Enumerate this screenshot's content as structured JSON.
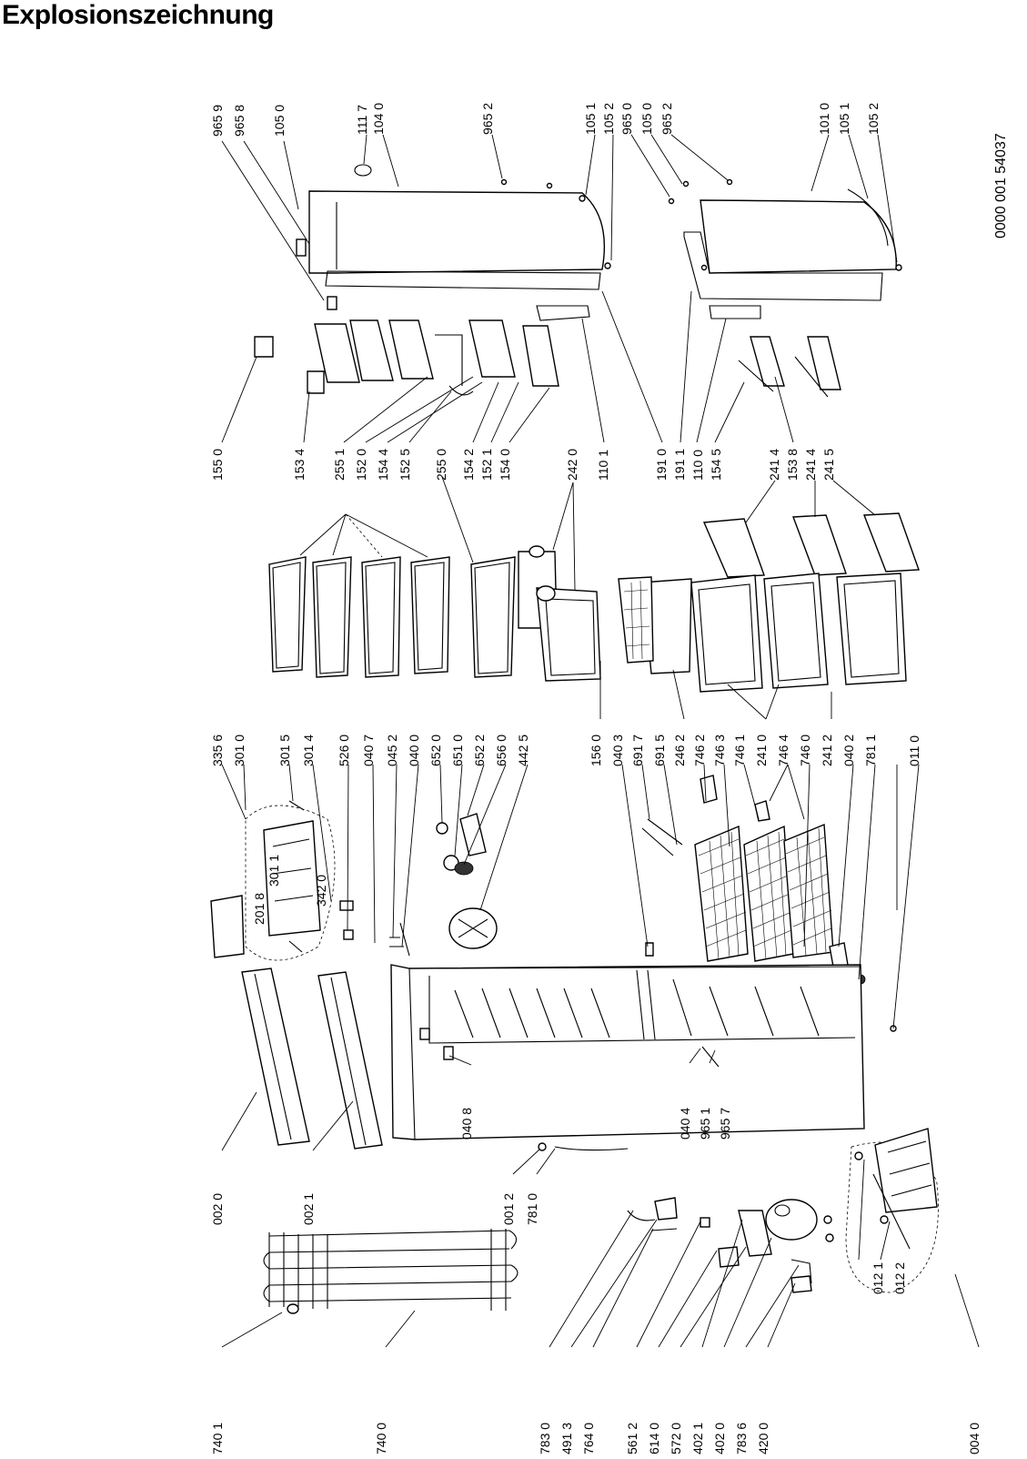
{
  "title": "Explosionszeichnung",
  "document_number": "0000 001 54037",
  "labels": {
    "l9659": "965 9",
    "l9658": "965 8",
    "l1050a": "105 0",
    "l1117": "111 7",
    "l1040": "104 0",
    "l9652a": "965 2",
    "l1051a": "105 1",
    "l1052a": "105 2",
    "l9650": "965 0",
    "l1050b": "105 0",
    "l9652b": "965 2",
    "l1010": "101 0",
    "l1051b": "105 1",
    "l1052b": "105 2",
    "l1550": "155 0",
    "l1534": "153 4",
    "l2551": "255 1",
    "l1520": "152 0",
    "l1544": "154 4",
    "l1525": "152 5",
    "l2550": "255 0",
    "l1542": "154 2",
    "l1521": "152 1",
    "l1540": "154 0",
    "l2420": "242 0",
    "l1101": "110 1",
    "l1910": "191 0",
    "l1911": "191 1",
    "l1100": "110 0",
    "l1545": "154 5",
    "l2414": "241 4",
    "l1538": "153 8",
    "l2414b": "241 4",
    "l2415": "241 5",
    "l3356": "335 6",
    "l3010": "301 0",
    "l3015": "301 5",
    "l3014": "301 4",
    "l5260": "526 0",
    "l0407": "040 7",
    "l0452": "045 2",
    "l0400": "040 0",
    "l6520": "652 0",
    "l6510": "651 0",
    "l6522": "652 2",
    "l6560": "656 0",
    "l4425": "442 5",
    "l3011": "301 1",
    "l3420": "342 0",
    "l2018": "201 8",
    "l1560": "156 0",
    "l0403": "040 3",
    "l6917": "691 7",
    "l6915": "691 5",
    "l2462": "246 2",
    "l7462": "746 2",
    "l7463": "746 3",
    "l7461": "746 1",
    "l2410": "241 0",
    "l7464": "746 4",
    "l7460": "746 0",
    "l2412": "241 2",
    "l0402": "040 2",
    "l7811": "781 1",
    "l0110": "011 0",
    "l0408": "040 8",
    "l0404": "040 4",
    "l9651": "965 1",
    "l9657": "965 7",
    "l0020": "002 0",
    "l0021": "002 1",
    "l0012": "001 2",
    "l7810": "781 0",
    "l0121": "012 1",
    "l0122": "012 2",
    "l0040": "004 0",
    "l7401": "740 1",
    "l7400": "740 0",
    "l7830": "783 0",
    "l4913": "491 3",
    "l7640": "764 0",
    "l5612": "561 2",
    "l6140": "614 0",
    "l5720": "572 0",
    "l4021": "402 1",
    "l4020": "402 0",
    "l7836": "783 6",
    "l4200": "420 0"
  }
}
